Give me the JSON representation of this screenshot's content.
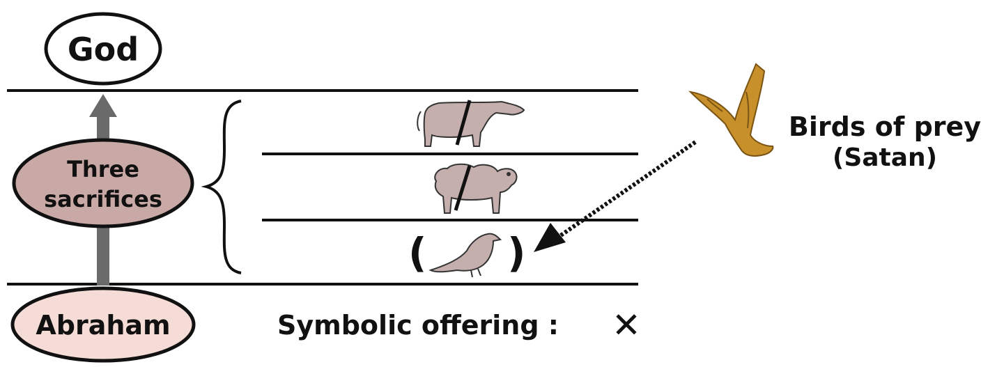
{
  "nodes": {
    "god": "God",
    "three_sacrifices_line1": "Three",
    "three_sacrifices_line2": "sacrifices",
    "abraham": "Abraham"
  },
  "sacrifices": {
    "paren_open": "(",
    "paren_close": ")"
  },
  "birds_of_prey": {
    "label_line1": "Birds of prey",
    "label_line2": "(Satan)"
  },
  "footer": {
    "symbolic_offering": "Symbolic offering :",
    "cross_mark": "✕"
  },
  "colors": {
    "god_fill": "#ffffff",
    "sacrifices_fill": "#c9a9a6",
    "abraham_fill": "#f6dcd6",
    "arrow": "#6a6a6a",
    "animal_fill": "#c4afad",
    "eagle": "#c8902a",
    "line": "#111111"
  },
  "icons": [
    "ox-icon",
    "sheep-icon",
    "dove-icon",
    "eagle-icon",
    "cross-icon"
  ]
}
